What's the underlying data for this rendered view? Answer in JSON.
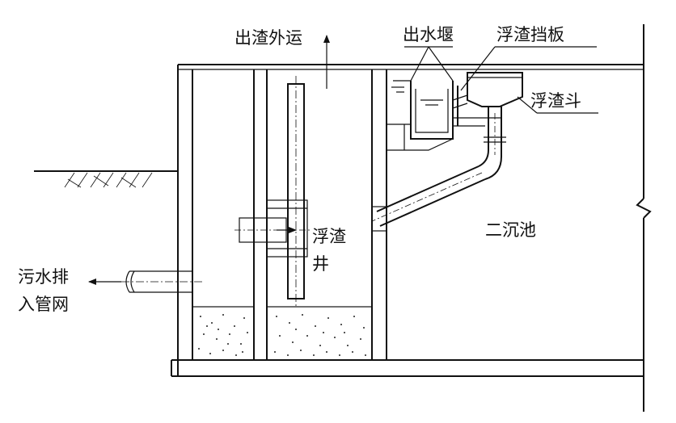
{
  "labels": {
    "slag_out": "出渣外运",
    "outlet_weir": "出水堰",
    "scum_baffle": "浮渣挡板",
    "scum_hopper": "浮渣斗",
    "scum_well_line1": "浮渣",
    "scum_well_line2": "井",
    "secondary_clarifier": "二沉池",
    "sewage_line1": "污水排",
    "sewage_line2": "入管网"
  }
}
